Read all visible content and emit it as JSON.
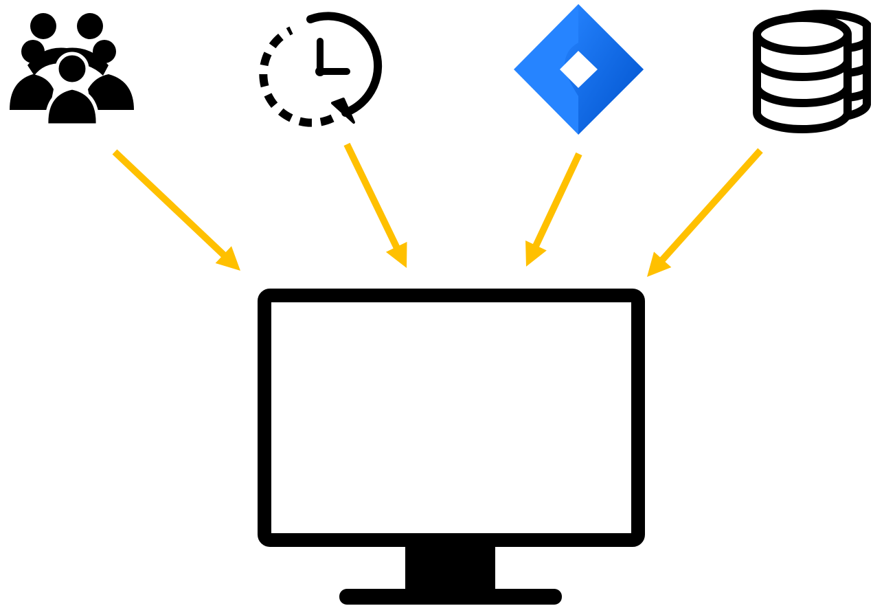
{
  "diagram": {
    "sources": [
      {
        "id": "team",
        "icon": "people-group-icon"
      },
      {
        "id": "history",
        "icon": "clock-history-icon"
      },
      {
        "id": "jira",
        "icon": "jira-logo-icon"
      },
      {
        "id": "database",
        "icon": "database-stack-icon"
      }
    ],
    "target": {
      "id": "computer",
      "icon": "monitor-icon"
    },
    "connections": [
      {
        "from": "team",
        "to": "computer"
      },
      {
        "from": "history",
        "to": "computer"
      },
      {
        "from": "jira",
        "to": "computer"
      },
      {
        "from": "database",
        "to": "computer"
      }
    ]
  },
  "colors": {
    "arrow": "#FFC000",
    "icon": "#000000",
    "jira_light": "#2684FF",
    "jira_dark": "#0052CC",
    "background": "#FFFFFF"
  }
}
